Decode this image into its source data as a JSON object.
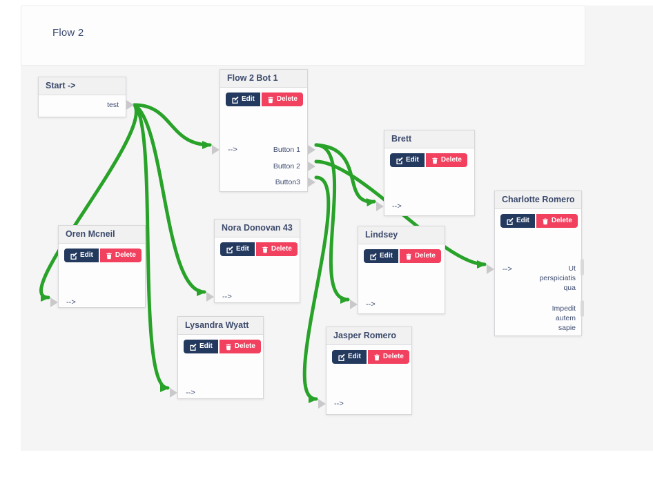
{
  "header": {
    "title": "Flow 2"
  },
  "actions": {
    "edit_label": "Edit",
    "delete_label": "Delete"
  },
  "colors": {
    "connection_green": "#28a228",
    "edit_button_navy": "#24395e",
    "delete_button_pink": "#f2405f",
    "node_header_text": "#3c4a6b",
    "canvas_background": "#f5f5f6",
    "port_gray": "#c9c9cb"
  },
  "nodes": [
    {
      "id": "start",
      "title": "Start ->",
      "kind": "start",
      "has_action_buttons": false,
      "outputs": [
        {
          "id": "test",
          "label": "test"
        }
      ]
    },
    {
      "id": "bot1",
      "title": "Flow 2 Bot 1",
      "kind": "message",
      "has_action_buttons": true,
      "input_label": "-->",
      "outputs": [
        {
          "id": "button1",
          "label": "Button 1"
        },
        {
          "id": "button2",
          "label": "Button 2"
        },
        {
          "id": "button3",
          "label": "Button3"
        }
      ]
    },
    {
      "id": "brett",
      "title": "Brett",
      "kind": "message",
      "has_action_buttons": true,
      "input_label": "-->",
      "outputs": []
    },
    {
      "id": "oren",
      "title": "Oren Mcneil",
      "kind": "message",
      "has_action_buttons": true,
      "input_label": "-->",
      "outputs": []
    },
    {
      "id": "nora",
      "title": "Nora Donovan 43",
      "kind": "message",
      "has_action_buttons": true,
      "input_label": "-->",
      "outputs": []
    },
    {
      "id": "lysandra",
      "title": "Lysandra Wyatt",
      "kind": "message",
      "has_action_buttons": true,
      "input_label": "-->",
      "outputs": []
    },
    {
      "id": "lindsey",
      "title": "Lindsey",
      "kind": "message",
      "has_action_buttons": true,
      "input_label": "-->",
      "outputs": []
    },
    {
      "id": "jasper",
      "title": "Jasper Romero",
      "kind": "message",
      "has_action_buttons": true,
      "input_label": "-->",
      "outputs": []
    },
    {
      "id": "charlotte",
      "title": "Charlotte Romero",
      "kind": "message",
      "has_action_buttons": true,
      "input_label": "-->",
      "outputs": [],
      "text_outputs": [
        {
          "lines": [
            "Ut",
            "perspiciatis",
            "qua"
          ]
        },
        {
          "lines": [
            "Impedit",
            "autem",
            "sapie"
          ]
        }
      ]
    }
  ],
  "connections": [
    {
      "from": "start.test",
      "to": "bot1"
    },
    {
      "from": "start.test",
      "to": "oren"
    },
    {
      "from": "start.test",
      "to": "nora"
    },
    {
      "from": "start.test",
      "to": "lysandra"
    },
    {
      "from": "bot1.button1",
      "to": "brett"
    },
    {
      "from": "bot1.button2",
      "to": "charlotte"
    },
    {
      "from": "bot1.button1",
      "to": "lindsey"
    },
    {
      "from": "bot1.button3",
      "to": "jasper"
    }
  ]
}
